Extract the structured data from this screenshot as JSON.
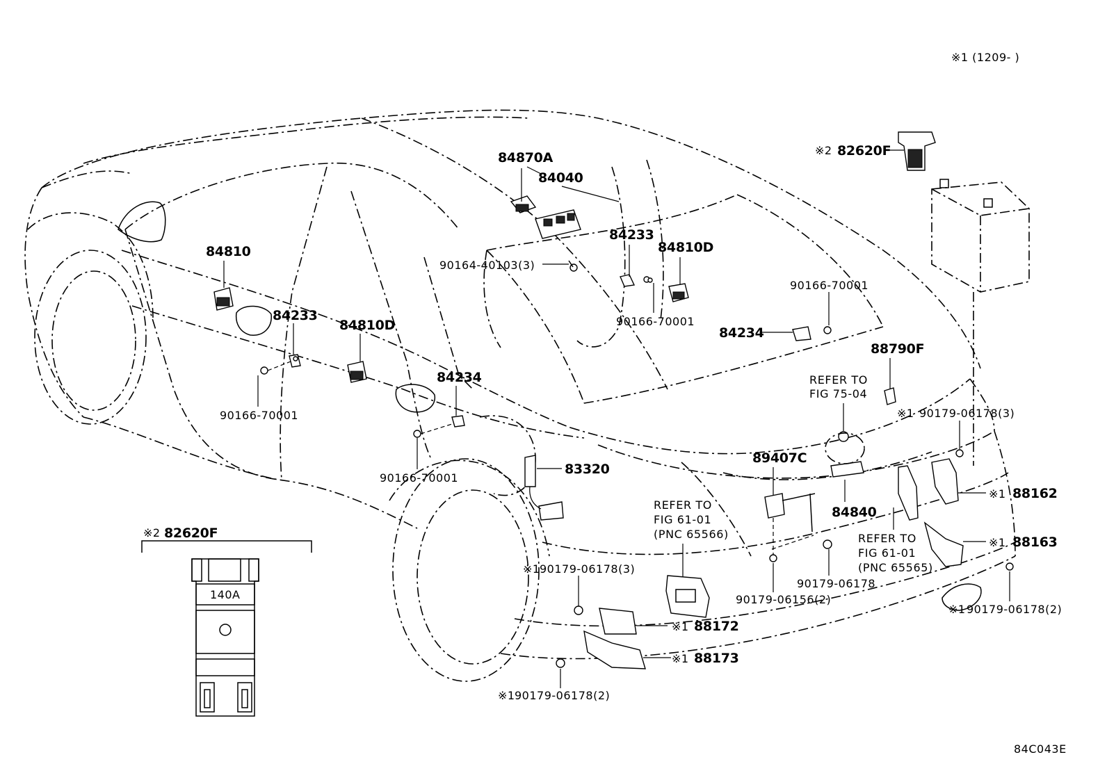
{
  "header_note": "※1 (1209-     )",
  "figure_code": "84C043E",
  "parts": {
    "p82620F_top": "82620F",
    "p84870A": "84870A",
    "p84040": "84040",
    "p84810_left": "84810",
    "p84233_top": "84233",
    "p84810D_top": "84810D",
    "p90164": "90164-40103(3)",
    "p90166_top_center": "90166-70001",
    "p90166_top_right": "90166-70001",
    "p84234_right": "84234",
    "p88790F": "88790F",
    "p84233_left": "84233",
    "p84810D_mid": "84810D",
    "p84234_mid": "84234",
    "p90166_left": "90166-70001",
    "p90166_mid": "90166-70001",
    "p83320": "83320",
    "p89407C": "89407C",
    "p84840": "84840",
    "p90179_3_right": "90179-06178(3)",
    "p88162": "88162",
    "p88163": "88163",
    "p90179_2_right": "90179-06178(2)",
    "p90179_single": "90179-06178",
    "p90156": "90179-06156(2)",
    "p90179_3_left": "90179-06178(3)",
    "p88172": "88172",
    "p88173": "88173",
    "p90179_2_bottom": "90179-06178(2)",
    "inset_label": "82620F",
    "inset_fuse": "140A"
  },
  "marks": {
    "m1": "※1",
    "m2": "※2"
  },
  "refs": {
    "ref_75_l1": "REFER TO",
    "ref_75_l2": "FIG 75-04",
    "ref_61a_l1": "REFER TO",
    "ref_61a_l2": "FIG 61-01",
    "ref_61a_l3": "(PNC 65566)",
    "ref_61b_l1": "REFER TO",
    "ref_61b_l2": "FIG 61-01",
    "ref_61b_l3": "(PNC 65565)"
  },
  "icons": [
    "bolt-icon",
    "switch-icon",
    "sensor-icon",
    "battery-icon",
    "fuse-icon",
    "ecu-icon",
    "bracket-icon"
  ]
}
